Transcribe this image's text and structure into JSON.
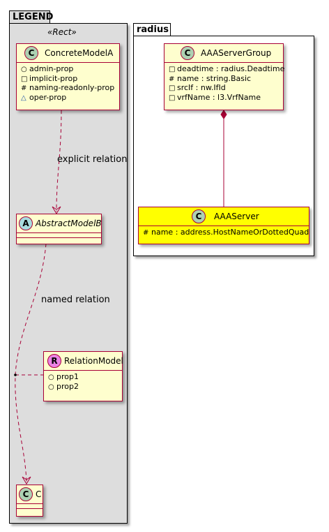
{
  "legend": {
    "title": "LEGEND",
    "stereotype": "«Rect»",
    "concrete_model": {
      "badge": "C",
      "name": "ConcreteModelA",
      "attributes": [
        {
          "vis": "○",
          "text": "admin-prop"
        },
        {
          "vis": "□",
          "text": "implicit-prop"
        },
        {
          "vis": "#",
          "text": "naming-readonly-prop"
        },
        {
          "vis": "△",
          "text": "oper-prop"
        }
      ]
    },
    "explicit_relation_label": "explicit relation",
    "abstract_model": {
      "badge": "A",
      "name": "AbstractModelB"
    },
    "named_relation_label": "named relation",
    "relation_model": {
      "badge": "R",
      "name": "RelationModel",
      "attributes": [
        {
          "vis": "○",
          "text": "prop1"
        },
        {
          "vis": "○",
          "text": "prop2"
        }
      ]
    },
    "c_model": {
      "badge": "C",
      "name": "C"
    }
  },
  "radius": {
    "title": "radius",
    "aaa_server_group": {
      "badge": "C",
      "name": "AAAServerGroup",
      "attributes": [
        {
          "vis": "□",
          "text": "deadtime : radius.Deadtime"
        },
        {
          "vis": "#",
          "text": "name : string.Basic"
        },
        {
          "vis": "□",
          "text": "srcIf : nw.IfId"
        },
        {
          "vis": "□",
          "text": "vrfName : l3.VrfName"
        }
      ]
    },
    "aaa_server": {
      "badge": "C",
      "name": "AAAServer",
      "attributes": [
        {
          "vis": "#",
          "text": "name : address.HostNameOrDottedQuad"
        }
      ]
    }
  },
  "colors": {
    "class_fill": "#fefece",
    "class_border": "#a80036",
    "highlight_fill": "#ffff00",
    "legend_bg": "#dddddd",
    "badge_class": "#add1b2",
    "badge_abstract": "#a9dcdf",
    "badge_relation": "#ea82e4"
  }
}
